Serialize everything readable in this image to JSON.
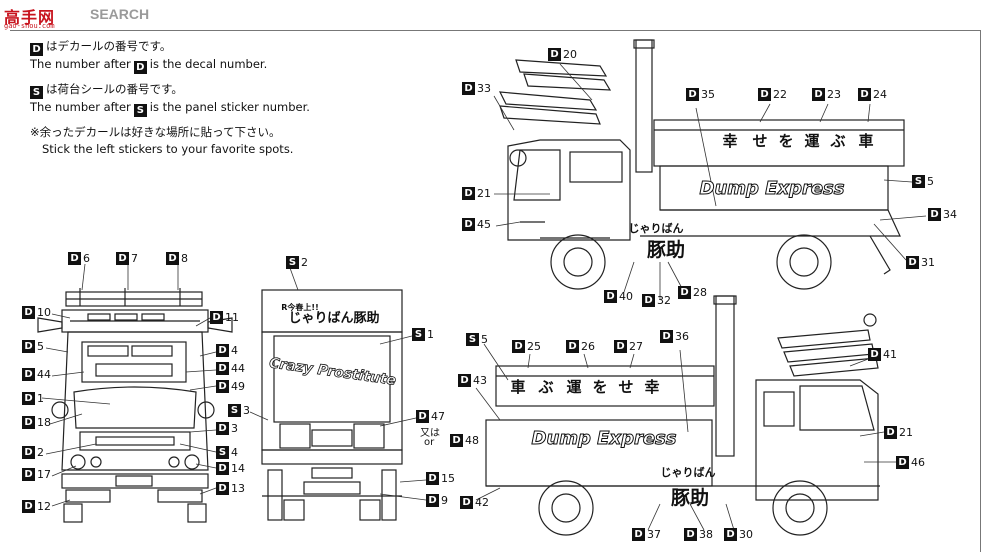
{
  "watermark": {
    "logo": "高手网",
    "search": "SEARCH",
    "sub": "gao-shou.com"
  },
  "notes": {
    "d_jp": "はデカールの番号です。",
    "d_en_pre": "The number after",
    "d_en_post": "is the decal number.",
    "s_jp": "は荷台シールの番号です。",
    "s_en_pre": "The number after",
    "s_en_post": "is the panel sticker number.",
    "left_jp": "※余ったデカールは好きな場所に貼って下さい。",
    "left_en": "Stick the left stickers to your favorite spots."
  },
  "marks": {
    "d": "D",
    "s": "S"
  },
  "board_texts": {
    "side_right_panel": [
      "幸",
      "せ",
      "を",
      "運",
      "ぶ",
      "車"
    ],
    "side_left_panel": [
      "車",
      "ぶ",
      "運",
      "を",
      "せ",
      "幸"
    ],
    "dump_express": "Dump Express",
    "jariban": "じゃりばん",
    "butasuke": "豚助",
    "rear_top": "じゃりばん豚助",
    "rear_top_small": "R今春上!!",
    "rear_center": "Crazy Prostitute"
  },
  "connector": {
    "jp": "又は",
    "en": "or"
  },
  "callouts": [
    {
      "p": "D",
      "n": "6"
    },
    {
      "p": "D",
      "n": "7"
    },
    {
      "p": "D",
      "n": "8"
    },
    {
      "p": "D",
      "n": "10"
    },
    {
      "p": "D",
      "n": "11"
    },
    {
      "p": "D",
      "n": "5"
    },
    {
      "p": "D",
      "n": "4"
    },
    {
      "p": "D",
      "n": "44"
    },
    {
      "p": "D",
      "n": "44"
    },
    {
      "p": "D",
      "n": "49"
    },
    {
      "p": "D",
      "n": "1"
    },
    {
      "p": "D",
      "n": "18"
    },
    {
      "p": "D",
      "n": "3"
    },
    {
      "p": "D",
      "n": "2"
    },
    {
      "p": "S",
      "n": "4"
    },
    {
      "p": "D",
      "n": "17"
    },
    {
      "p": "D",
      "n": "14"
    },
    {
      "p": "D",
      "n": "13"
    },
    {
      "p": "D",
      "n": "12"
    },
    {
      "p": "S",
      "n": "2"
    },
    {
      "p": "S",
      "n": "1"
    },
    {
      "p": "S",
      "n": "3"
    },
    {
      "p": "D",
      "n": "47"
    },
    {
      "p": "D",
      "n": "48"
    },
    {
      "p": "D",
      "n": "15"
    },
    {
      "p": "D",
      "n": "9"
    },
    {
      "p": "D",
      "n": "20"
    },
    {
      "p": "D",
      "n": "33"
    },
    {
      "p": "D",
      "n": "35"
    },
    {
      "p": "D",
      "n": "22"
    },
    {
      "p": "D",
      "n": "23"
    },
    {
      "p": "D",
      "n": "24"
    },
    {
      "p": "S",
      "n": "5"
    },
    {
      "p": "D",
      "n": "21"
    },
    {
      "p": "D",
      "n": "34"
    },
    {
      "p": "D",
      "n": "45"
    },
    {
      "p": "D",
      "n": "31"
    },
    {
      "p": "D",
      "n": "40"
    },
    {
      "p": "D",
      "n": "32"
    },
    {
      "p": "D",
      "n": "28"
    },
    {
      "p": "S",
      "n": "5"
    },
    {
      "p": "D",
      "n": "25"
    },
    {
      "p": "D",
      "n": "26"
    },
    {
      "p": "D",
      "n": "27"
    },
    {
      "p": "D",
      "n": "36"
    },
    {
      "p": "D",
      "n": "43"
    },
    {
      "p": "D",
      "n": "41"
    },
    {
      "p": "D",
      "n": "21"
    },
    {
      "p": "D",
      "n": "46"
    },
    {
      "p": "D",
      "n": "42"
    },
    {
      "p": "D",
      "n": "37"
    },
    {
      "p": "D",
      "n": "38"
    },
    {
      "p": "D",
      "n": "30"
    }
  ]
}
